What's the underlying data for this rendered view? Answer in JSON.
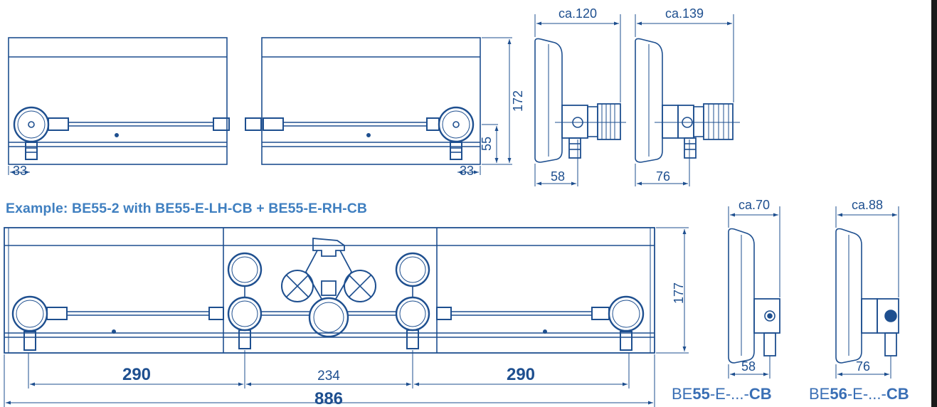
{
  "caption": "Example: BE55-2 with BE55-E-LH-CB + BE55-E-RH-CB",
  "dims": {
    "ca120": "ca.120",
    "ca139": "ca.139",
    "ca70": "ca.70",
    "ca88": "ca.88",
    "d172": "172",
    "d55": "55",
    "d33_left": "33",
    "d33_right": "33",
    "d58_top": "58",
    "d76_top": "76",
    "d177": "177",
    "d290_left": "290",
    "d234": "234",
    "d290_right": "290",
    "d886": "886",
    "d58_bottom": "58",
    "d76_bottom": "76"
  },
  "models": [
    {
      "pre": "BE",
      "bold1": "55",
      "mid": "-E-...-",
      "bold2": "CB"
    },
    {
      "pre": "BE",
      "bold1": "56",
      "mid": "-E-...-",
      "bold2": "CB"
    }
  ],
  "colors": {
    "line": "#1e4f8f",
    "text": "#1e4f8f",
    "caption": "#3f7fc0"
  }
}
